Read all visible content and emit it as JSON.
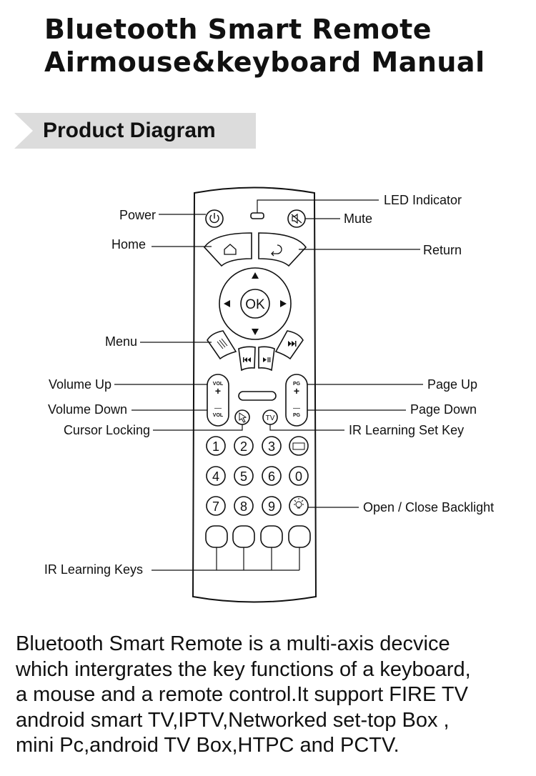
{
  "header": {
    "title_line1": "Bluetooth Smart Remote",
    "title_line2": "Airmouse&keyboard Manual"
  },
  "section": {
    "title": "Product Diagram"
  },
  "callouts": {
    "led": "LED Indicator",
    "power": "Power",
    "mute": "Mute",
    "home": "Home",
    "return": "Return",
    "menu": "Menu",
    "volume_up": "Volume Up",
    "page_up": "Page Up",
    "volume_down": "Volume Down",
    "page_down": "Page Down",
    "cursor_locking": "Cursor Locking",
    "ir_learning_set_key": "IR Learning Set Key",
    "backlight": "Open / Close Backlight",
    "ir_learning_keys": "IR Learning Keys"
  },
  "remote_keys": {
    "ok": "OK",
    "vol": "VOL",
    "pg": "PG",
    "plus": "+",
    "minus": "—",
    "tv": "TV",
    "numbers": [
      "1",
      "2",
      "3",
      "4",
      "5",
      "6",
      "7",
      "8",
      "9",
      "0"
    ]
  },
  "description": {
    "lines": [
      "Bluetooth Smart Remote is a multi-axis decvice",
      "which intergrates the key functions of a keyboard,",
      "a mouse and a remote control.It support FIRE TV",
      "android smart TV,IPTV,Networked set-top Box ,",
      "mini Pc,android TV Box,HTPC and PCTV."
    ]
  }
}
